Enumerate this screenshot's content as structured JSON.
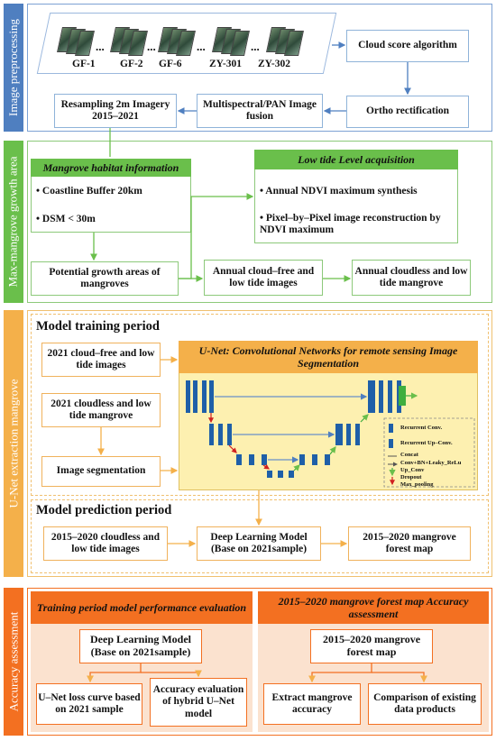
{
  "sections": {
    "preprocessing": "Image preprocessing",
    "growth_area": "Max-mangrove growth area",
    "unet": "U-Net  extraction mangrove",
    "accuracy": "Accuracy assessment"
  },
  "preprocessing": {
    "satellites": [
      "GF-1",
      "GF-2",
      "GF-6",
      "ZY-301",
      "ZY-302"
    ],
    "ellipsis": "...",
    "cloud_score": "Cloud score algorithm",
    "ortho": "Ortho rectification",
    "fusion": "Multispectral/PAN Image fusion",
    "resampling": "Resampling 2m Imagery 2015–2021"
  },
  "growth": {
    "habitat_title": "Mangrove habitat information",
    "coastline": "Coastline Buffer 20km",
    "dsm": "DSM < 30m",
    "potential": "Potential growth areas of mangroves",
    "lowtide_title": "Low tide Level acquisition",
    "ndvi_synth": "Annual NDVI maximum synthesis",
    "pixel_recon": "Pixel–by–Pixel image reconstruction by NDVI maximum",
    "annual_cloudfree": "Annual cloud–free and low tide images",
    "annual_cloudless": "Annual cloudless and low tide mangrove"
  },
  "unet": {
    "training_title": "Model training period",
    "cloudfree_2021": "2021 cloud–free and low tide images",
    "unet_title": "U-Net: Convolutional Networks for remote sensing Image Segmentation",
    "cloudless_2021": "2021 cloudless and low tide mangrove",
    "segmentation": "Image segmentation",
    "legend": [
      "Recurrent Conv.",
      "Recurrent Up–Conv.",
      "Concat",
      "Conv+BN+Leaky_ReLu",
      "Up_Conv",
      "Dropout",
      "Max_pooling"
    ],
    "prediction_title": "Model prediction period",
    "images_2015_2020": "2015–2020 cloudless and low tide images",
    "dl_model": "Deep Learning Model (Base on 2021sample)",
    "forest_map": "2015–2020 mangrove forest map"
  },
  "accuracy": {
    "left_title": "Training period model performance evaluation",
    "right_title": "2015–2020 mangrove forest map Accuracy assessment",
    "dl_model": "Deep Learning Model (Base on 2021sample)",
    "forest_map": "2015–2020 mangrove forest map",
    "loss_curve": "U–Net loss curve based on 2021 sample",
    "hybrid_eval": "Accuracy evaluation of hybrid U–Net model",
    "extract": "Extract mangrove accuracy",
    "comparison": "Comparison of existing data products"
  },
  "colors": {
    "blue": "#4f7fc0",
    "green": "#6abf4b",
    "orange": "#f4b04a",
    "accent_orange": "#f37021"
  }
}
